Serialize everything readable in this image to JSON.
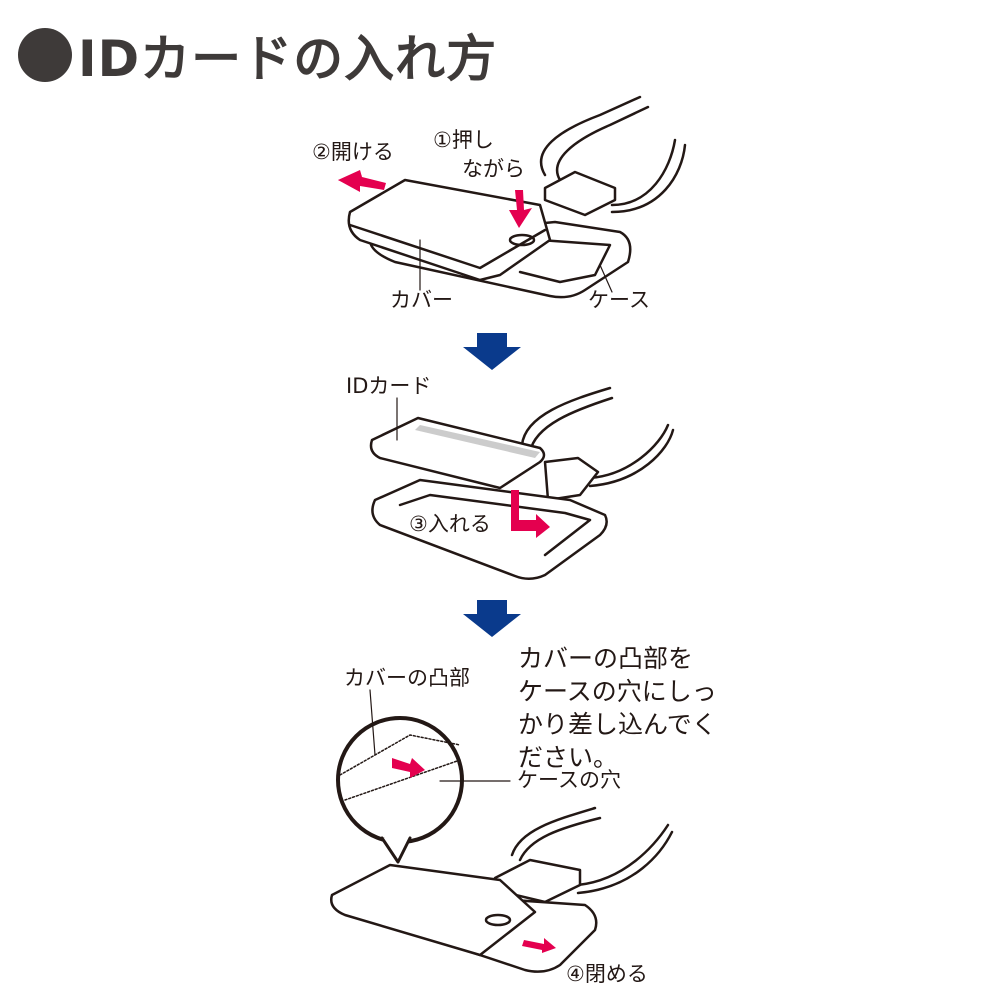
{
  "title": "IDカードの入れ方",
  "colors": {
    "title": "#3e3a39",
    "action_arrow": "#e4004f",
    "step_arrow": "#0a3a8c",
    "outline": "#231815"
  },
  "steps": [
    {
      "step": 1,
      "labels": {
        "press": "①押し",
        "press2": "ながら",
        "open": "②開ける",
        "cover": "カバー",
        "case": "ケース"
      }
    },
    {
      "step": 2,
      "labels": {
        "id_card": "IDカード",
        "insert": "③入れる"
      }
    },
    {
      "step": 3,
      "labels": {
        "cover_tab": "カバーの凸部",
        "case_hole": "ケースの穴",
        "close": "④閉める"
      },
      "note": "カバーの凸部を\nケースの穴にしっ\nかり差し込んでく\nださい。"
    }
  ],
  "icons": {
    "step_arrow": "down-arrow-icon",
    "action_arrow": "pink-arrow-icon"
  }
}
